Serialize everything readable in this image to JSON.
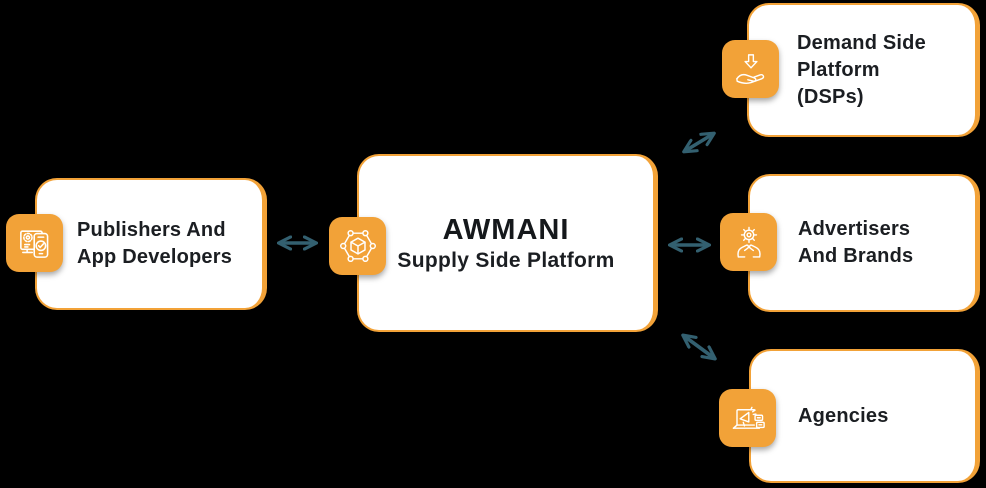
{
  "diagram": {
    "title": "AWMANI Supply Side Platform ecosystem diagram",
    "colors": {
      "background": "#000000",
      "box_fill": "#FFFFFF",
      "accent_orange": "#F2A238",
      "arrow_teal": "#336070",
      "text_dark": "#1B1E22"
    },
    "nodes": {
      "publishers": {
        "label": "Publishers And\nApp Developers",
        "icon": "app-developer-icon"
      },
      "platform": {
        "title": "AWMANI",
        "subtitle": "Supply Side Platform",
        "icon": "network-cube-icon"
      },
      "dsp": {
        "label": "Demand Side\nPlatform\n(DSPs)",
        "icon": "hand-receive-icon"
      },
      "advertisers": {
        "label": "Advertisers\nAnd Brands",
        "icon": "hands-gear-icon"
      },
      "agencies": {
        "label": "Agencies",
        "icon": "laptop-megaphone-icon"
      }
    },
    "connections": [
      {
        "from": "publishers",
        "to": "platform",
        "type": "bidirectional"
      },
      {
        "from": "platform",
        "to": "dsp",
        "type": "bidirectional"
      },
      {
        "from": "platform",
        "to": "advertisers",
        "type": "bidirectional"
      },
      {
        "from": "platform",
        "to": "agencies",
        "type": "bidirectional"
      }
    ]
  }
}
